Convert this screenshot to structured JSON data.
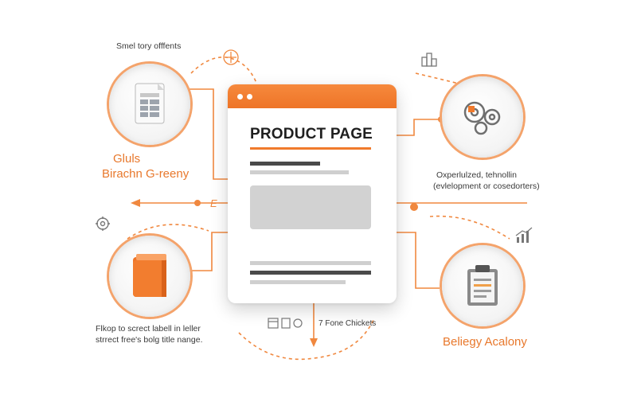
{
  "center": {
    "title": "PRODUCT PAGE"
  },
  "labels": {
    "top_left_caption": "Smel tory offfents",
    "left_orange_line1": "Gluls",
    "left_orange_line2": "Birachn G-reeny",
    "bottom_left_line1": "Flkop to screct labell in leller",
    "bottom_left_line2": "strrect free's bolg title nange.",
    "bottom_center": "7 Fone Chickets",
    "right_line1": "Oxperlulzed, tehnollin",
    "right_line2": "(evlelopment or cosedorters)",
    "bottom_right_orange": "Beliegy Acalony"
  },
  "icons": {
    "top_left_node": "document-table-icon",
    "bottom_left_node": "orange-folder-icon",
    "top_right_node": "gears-icon",
    "bottom_right_node": "clipboard-icon",
    "top_right_small": "building-icon",
    "left_small": "settings-icon",
    "bottom_right_small": "bar-chart-icon",
    "bottom_center_small": "calendar-icon",
    "top_center_small": "target-icon"
  },
  "colors": {
    "accent": "#f07a2c",
    "accent_light": "#f4a36b",
    "text": "#3a3a3a",
    "placeholder": "#d2d2d2"
  }
}
